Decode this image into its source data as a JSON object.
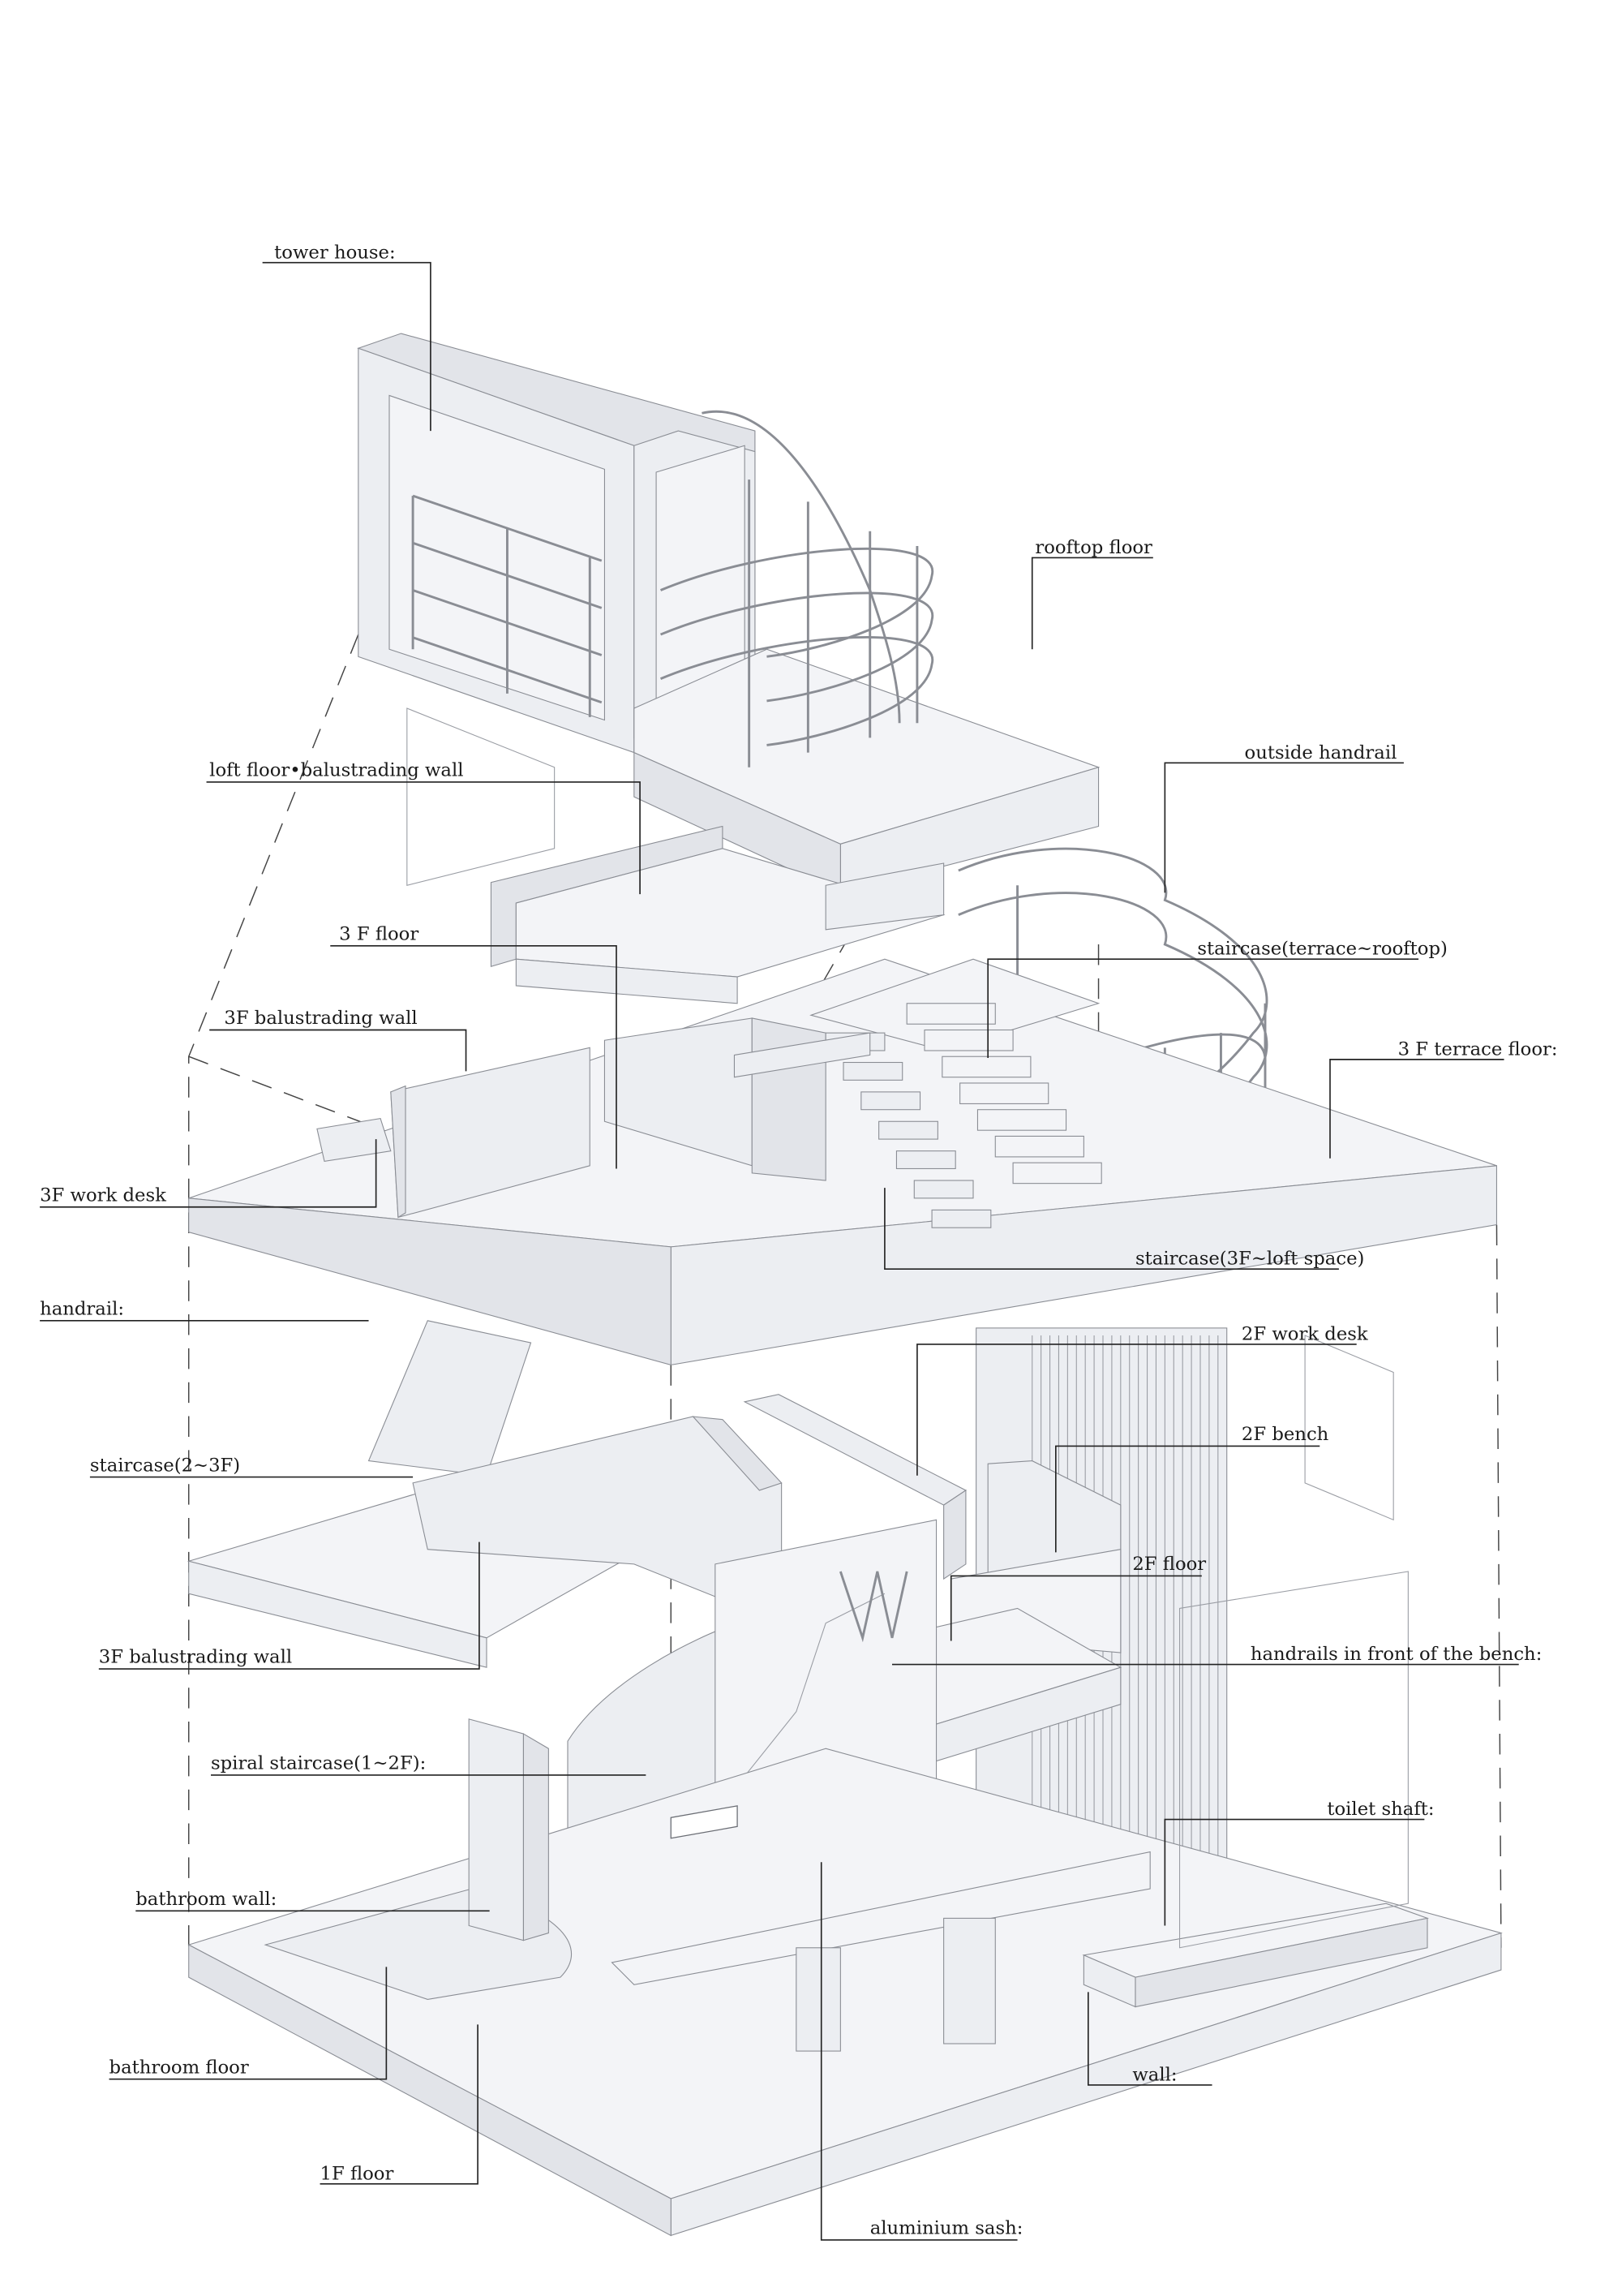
{
  "labels": {
    "tower_house": "tower house:",
    "rooftop_floor": "rooftop floor",
    "loft_floor_balustrading_wall": "loft floor•balustrading wall",
    "outside_handrail": "outside handrail",
    "floor_3f": "3 F floor",
    "staircase_terrace_rooftop": "staircase(terrace~rooftop)",
    "balustrading_wall_3f_upper": "3F balustrading wall",
    "terrace_floor_3f": "3 F terrace floor:",
    "work_desk_3f": "3F work desk",
    "staircase_3f_loft": "staircase(3F~loft space)",
    "handrail": "handrail:",
    "work_desk_2f": "2F work desk",
    "bench_2f": "2F bench",
    "staircase_2_3f": "staircase(2~3F)",
    "floor_2f": "2F floor",
    "balustrading_wall_3f_lower": "3F balustrading wall",
    "handrails_bench": "handrails in front of the bench:",
    "spiral_staircase": "spiral staircase(1~2F):",
    "toilet_shaft": "toilet shaft:",
    "bathroom_wall": "bathroom wall:",
    "bathroom_floor": "bathroom floor",
    "wall": "wall:",
    "floor_1f": "1F floor",
    "aluminium_sash": "aluminium sash:"
  },
  "colors": {
    "surface": "#eceef2",
    "edge": "#8a8d94",
    "ink": "#1a1a1a"
  }
}
